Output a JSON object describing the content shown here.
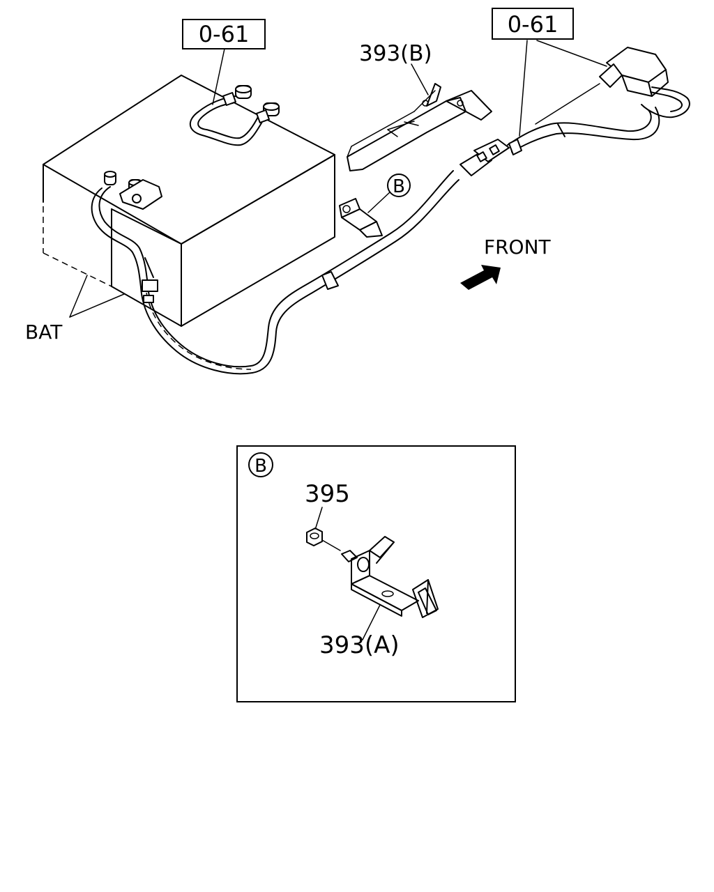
{
  "labels": {
    "ref_top_left": "0-61",
    "ref_top_right": "0-61",
    "part_393b": "393(B)",
    "callout_b_main": "B",
    "front": "FRONT",
    "bat": "BAT",
    "detail_b_title": "B",
    "part_395": "395",
    "part_393a": "393(A)"
  },
  "icons": {
    "front_arrow": "front-direction-arrow"
  }
}
